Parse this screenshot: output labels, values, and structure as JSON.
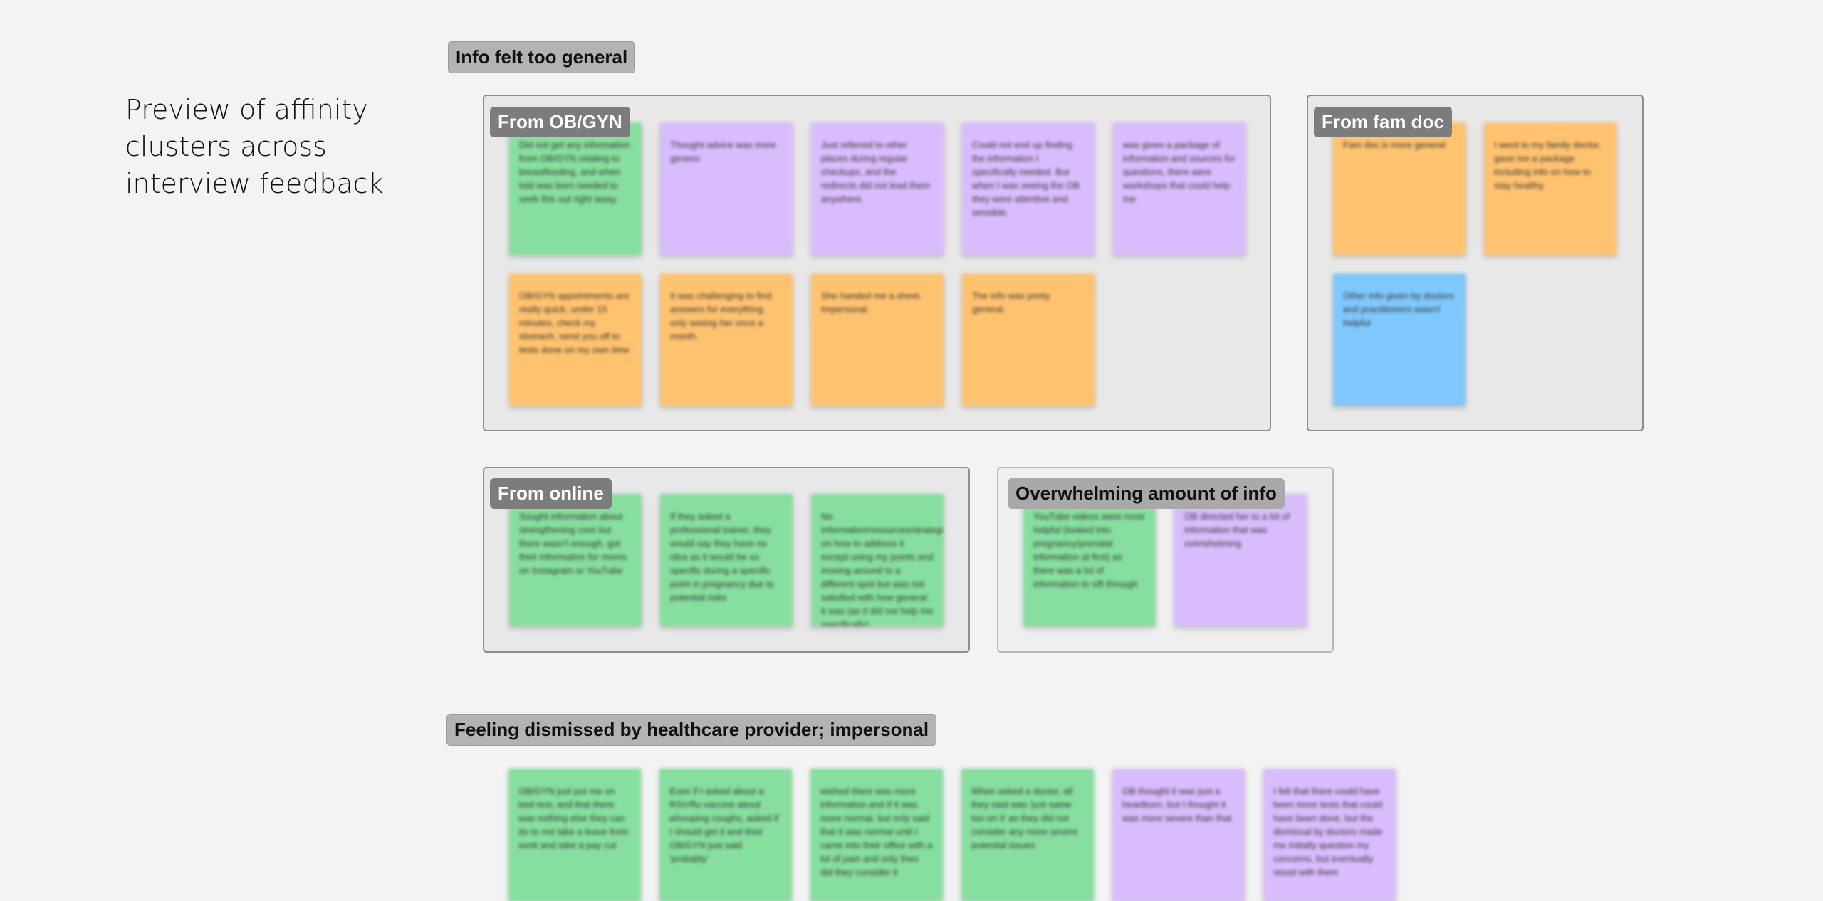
{
  "page_title": "Preview of affinity clusters across interview feedback",
  "colors": {
    "background": "#f3f3f3",
    "green": "#86df9e",
    "purple": "#d9bcfd",
    "orange": "#ffc36f",
    "blue": "#7fc8fd"
  },
  "sections": {
    "general": "Info felt too general",
    "dismissed": "Feeling dismissed by healthcare provider; impersonal"
  },
  "clusters": {
    "obgyn": {
      "label": "From OB/GYN",
      "notes": [
        {
          "color": "green",
          "text": "Did not get any information from OB/GYN relating to breastfeeding, and when told was born needed to seek this out right away."
        },
        {
          "color": "purple",
          "text": "Thought advice was more generic"
        },
        {
          "color": "purple",
          "text": "Just referred to other places during regular checkups, and the redirects did not lead them anywhere."
        },
        {
          "color": "purple",
          "text": "Could not end up finding the information I specifically needed. But when I was seeing the OB they were attentive and sensible."
        },
        {
          "color": "purple",
          "text": "was given a package of information and sources for questions, there were workshops that could help me"
        },
        {
          "color": "orange",
          "text": "OB/GYN appointments are really quick, under 15 minutes, check my stomach, send you off to tests done on my own time"
        },
        {
          "color": "orange",
          "text": "It was challenging to find answers for everything only seeing her once a month."
        },
        {
          "color": "orange",
          "text": "She handed me a sheet. Impersonal."
        },
        {
          "color": "orange",
          "text": "The info was pretty general."
        }
      ]
    },
    "famdoc": {
      "label": "From fam doc",
      "notes": [
        {
          "color": "orange",
          "text": "Fam doc is more general"
        },
        {
          "color": "orange",
          "text": "I went to my family doctor, gave me a package including info on how to stay healthy."
        },
        {
          "color": "blue",
          "text": "Other info given by doctors and practitioners wasn't helpful"
        }
      ]
    },
    "online": {
      "label": "From online",
      "notes": [
        {
          "color": "green",
          "text": "Sought information about strengthening core but there wasn't enough, got their information for moms on Instagram or YouTube"
        },
        {
          "color": "green",
          "text": "If they asked a professional trainer, they would say they have no idea as it would be so specific during a specific point in pregnancy due to potential risks"
        },
        {
          "color": "green",
          "text": "No information/resources/strategies on how to address it except using my points and moving around to a different spot but was not satisfied with how general it was (as it did not help me specifically)"
        }
      ]
    },
    "overwhelming": {
      "label": "Overwhelming amount of info",
      "notes": [
        {
          "color": "green",
          "text": "YouTube videos were most helpful (looked into pregnancy/prenatal information at first) as there was a lot of information to sift through"
        },
        {
          "color": "purple",
          "text": "OB directed her to a lot of information that was overwhelming"
        }
      ]
    },
    "dismissed": {
      "notes": [
        {
          "color": "green",
          "text": "OB/GYN just put me on bed rest, and that there was nothing else they can do to not take a leave from work and take a pay cut"
        },
        {
          "color": "green",
          "text": "Even if I asked about a RSV/flu vaccine about whooping coughs, asked if I should get it and their OB/GYN just said 'probably'"
        },
        {
          "color": "green",
          "text": "wished there was more information and if it was more normal, but only said that it was normal until I came into their office with a lot of pain and only then did they consider it"
        },
        {
          "color": "green",
          "text": "When asked a doctor, all they said was 'just same too on it' as they did not consider any more severe potential issues"
        },
        {
          "color": "purple",
          "text": "OB thought it was just a heartburn, but I thought it was more severe than that"
        },
        {
          "color": "purple",
          "text": "I felt that there could have been more tests that could have been done, but the dismissal by doctors made me initially question my concerns, but eventually stood with them"
        }
      ]
    }
  }
}
